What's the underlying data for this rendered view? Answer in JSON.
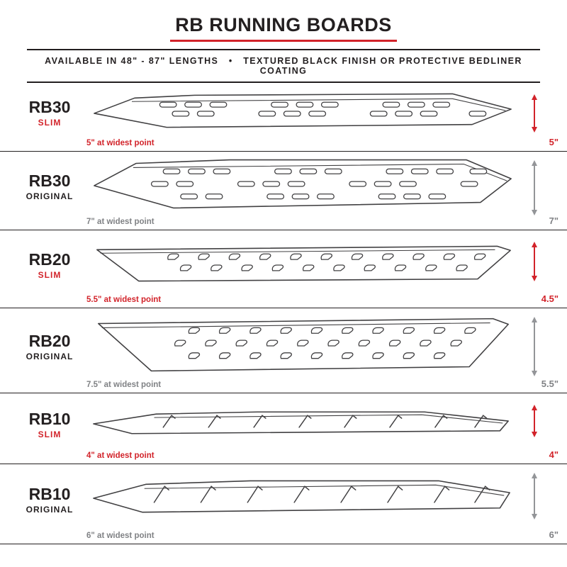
{
  "header": {
    "title": "RB RUNNING BOARDS",
    "subtitle": "AVAILABLE IN 48\" - 87\" LENGTHS   •   TEXTURED BLACK FINISH OR PROTECTIVE BEDLINER COATING"
  },
  "colors": {
    "accent_red": "#d2232a",
    "measure_gray": "#808285",
    "ink": "#231f20",
    "line_art": "#414042"
  },
  "rows": [
    {
      "model": "RB30",
      "variant": "SLIM",
      "finish": "slim",
      "width_note": "5\" at widest point",
      "height": "5\""
    },
    {
      "model": "RB30",
      "variant": "ORIGINAL",
      "finish": "original",
      "width_note": "7\" at widest point",
      "height": "7\""
    },
    {
      "model": "RB20",
      "variant": "SLIM",
      "finish": "slim",
      "width_note": "5.5\" at widest point",
      "height": "4.5\""
    },
    {
      "model": "RB20",
      "variant": "ORIGINAL",
      "finish": "original",
      "width_note": "7.5\" at widest point",
      "height": "5.5\""
    },
    {
      "model": "RB10",
      "variant": "SLIM",
      "finish": "slim",
      "width_note": "4\" at widest point",
      "height": "4\""
    },
    {
      "model": "RB10",
      "variant": "ORIGINAL",
      "finish": "original",
      "width_note": "6\" at widest point",
      "height": "6\""
    }
  ]
}
